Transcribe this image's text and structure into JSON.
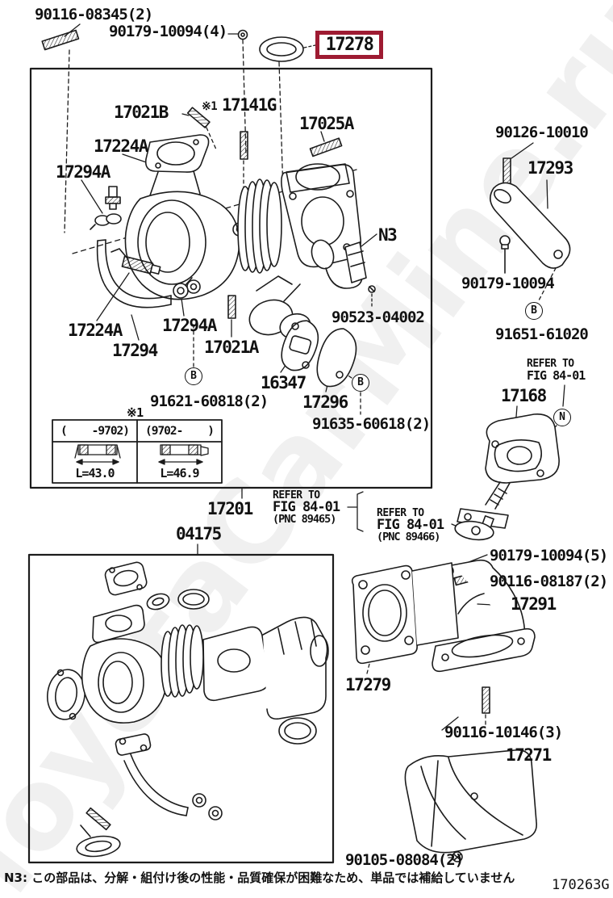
{
  "diagram": {
    "watermark": "ToyotaCarMine.ru",
    "drawing_code": "170263G",
    "footnote": "N3: この部品は、分解・組付け後の性能・品質確保が困難なため、単品では補給していません",
    "highlight_color": "#9e1b32",
    "line_color": "#1c1c1c",
    "highlighted_part": "17278"
  },
  "labels": {
    "l90116_08345": "90116-08345(2)",
    "l90179_10094_4": "90179-10094(4)",
    "l17278": "17278",
    "l17021B": "17021B",
    "l17141G": "17141G",
    "l17025A": "17025A",
    "l17224A_top": "17224A",
    "l17294A_top": "17294A",
    "lN3": "N3",
    "l90523_04002": "90523-04002",
    "l17224A_bottom": "17224A",
    "l17294A_bottom": "17294A",
    "l17294": "17294",
    "l17021A": "17021A",
    "l16347": "16347",
    "l91621_60818": "91621-60818(2)",
    "l17296": "17296",
    "l91635_60618": "91635-60618(2)",
    "l17201": "17201",
    "l04175": "04175",
    "l90126_10010": "90126-10010",
    "l17293": "17293",
    "l90179_10094": "90179-10094",
    "l91651_61020": "91651-61020",
    "l17168": "17168",
    "l90179_10094_5": "90179-10094(5)",
    "l90116_08187": "90116-08187(2)",
    "l17291": "17291",
    "l17279": "17279",
    "l90116_10146": "90116-10146(3)",
    "l17271": "17271",
    "l90105_08084": "90105-08084(2)"
  },
  "refer_notes": {
    "r1": {
      "line1": "REFER TO",
      "line2": "FIG 84-01",
      "line3": "(PNC 89465)"
    },
    "r2": {
      "line1": "REFER TO",
      "line2": "FIG 84-01",
      "line3": "(PNC 89466)"
    },
    "r3": {
      "line1": "REFER TO",
      "line2": "FIG 84-01"
    }
  },
  "bubbles": {
    "b1": "B",
    "b2": "B",
    "b3": "B",
    "n1": "N"
  },
  "note_markers": {
    "inline": "※1",
    "table": "※1"
  },
  "spec_table": {
    "columns": [
      "(    -9702)",
      "(9702-    )"
    ],
    "values": [
      "L=43.0",
      "L=46.9"
    ]
  }
}
